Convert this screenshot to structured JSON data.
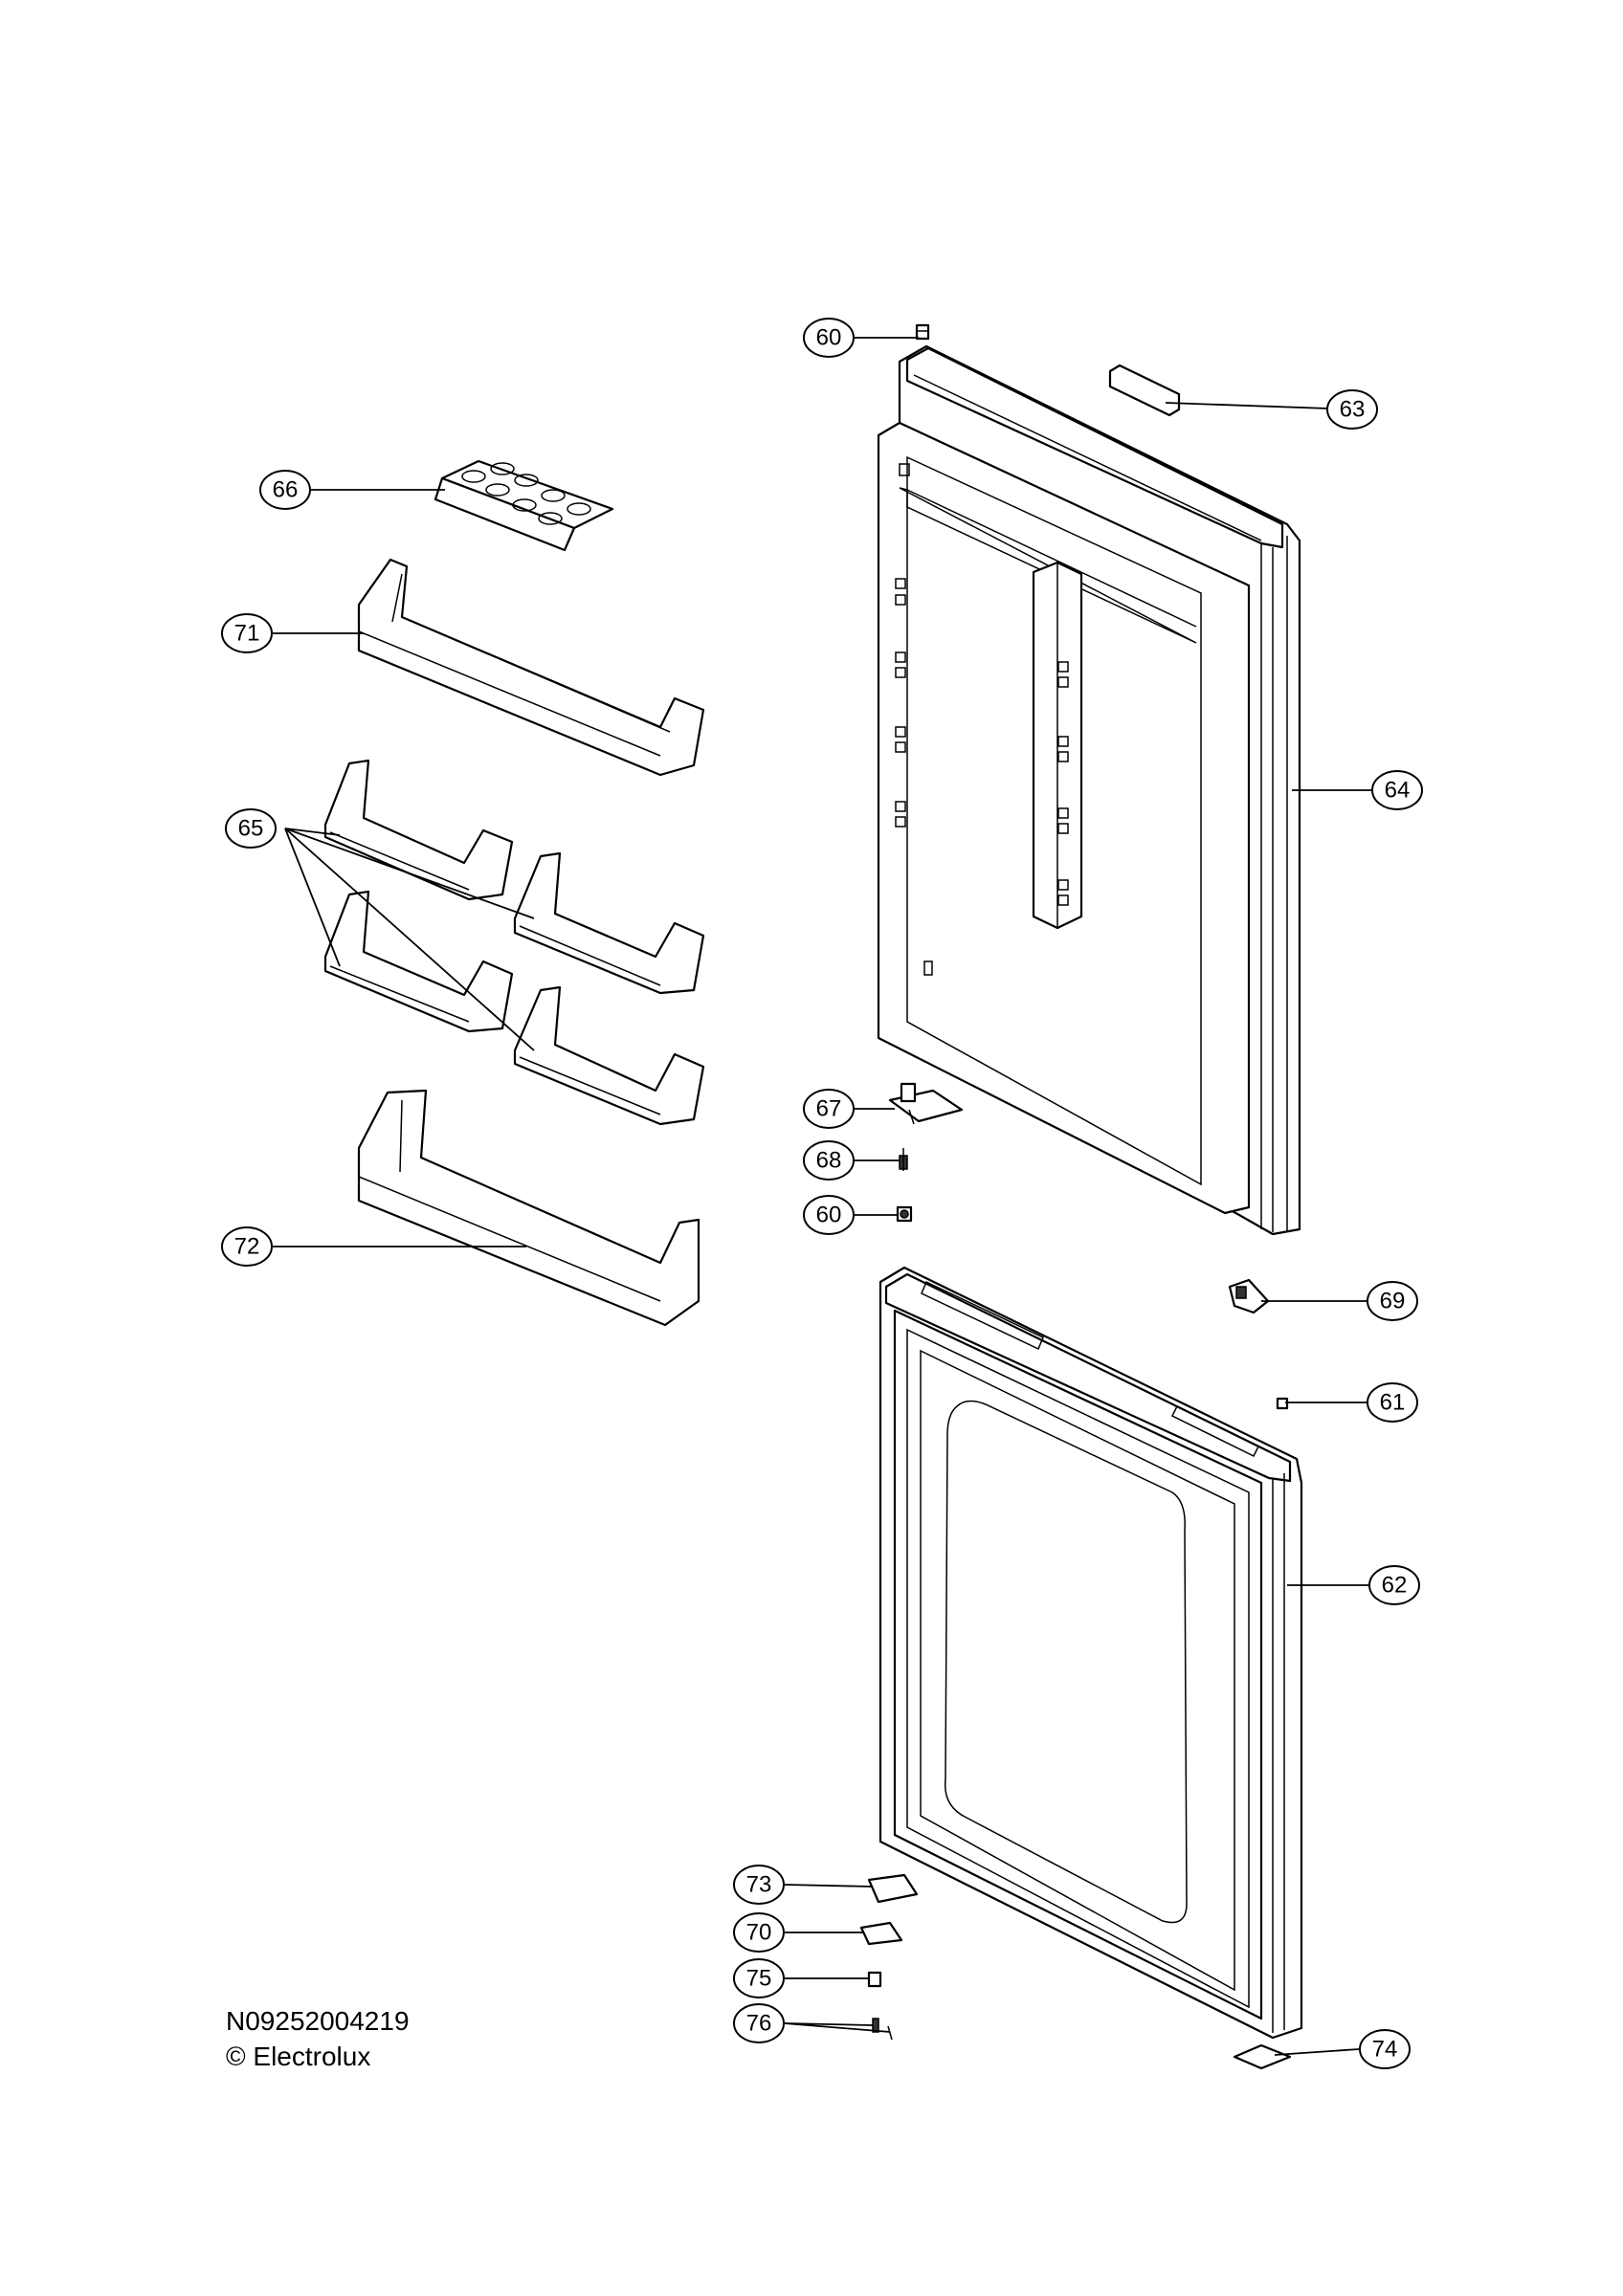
{
  "callouts": [
    {
      "id": "c60a",
      "label": "60"
    },
    {
      "id": "c63",
      "label": "63"
    },
    {
      "id": "c66",
      "label": "66"
    },
    {
      "id": "c71",
      "label": "71"
    },
    {
      "id": "c64",
      "label": "64"
    },
    {
      "id": "c65",
      "label": "65"
    },
    {
      "id": "c67",
      "label": "67"
    },
    {
      "id": "c68",
      "label": "68"
    },
    {
      "id": "c60b",
      "label": "60"
    },
    {
      "id": "c72",
      "label": "72"
    },
    {
      "id": "c69",
      "label": "69"
    },
    {
      "id": "c61",
      "label": "61"
    },
    {
      "id": "c62",
      "label": "62"
    },
    {
      "id": "c73",
      "label": "73"
    },
    {
      "id": "c70",
      "label": "70"
    },
    {
      "id": "c75",
      "label": "75"
    },
    {
      "id": "c76",
      "label": "76"
    },
    {
      "id": "c74",
      "label": "74"
    }
  ],
  "footer": {
    "code": "N09252004219",
    "copyright": "© Electrolux"
  }
}
